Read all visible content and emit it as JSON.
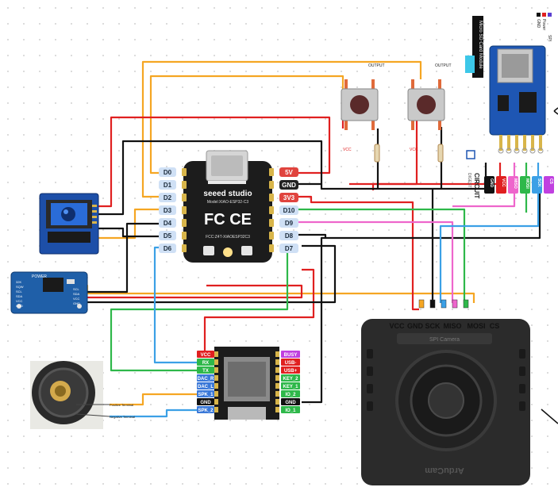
{
  "xiao": {
    "brand": "seeed studio",
    "model": "Model:XIAO-ESP32-C3",
    "fcc": "FCC:Z4T-XIAOESP32C3",
    "marks": "FC CE",
    "left_pins": [
      "D0",
      "D1",
      "D2",
      "D3",
      "D4",
      "D5",
      "D6"
    ],
    "right_pins": [
      "5V",
      "GND",
      "3V3",
      "D10",
      "D9",
      "D8",
      "D7"
    ]
  },
  "buttons": [
    {
      "label": "OUTPUT",
      "pin": "VCC"
    },
    {
      "label": "OUTPUT",
      "pin": "VCC"
    }
  ],
  "sd_module": {
    "title": "Micro SD Card Module",
    "pins": [
      "GND",
      "VCC",
      "MISO",
      "MOSI",
      "SCK",
      "CS"
    ],
    "legend": [
      "GND",
      "Power",
      "SPI"
    ],
    "logo_main": "CIRCUIT",
    "logo_sub": "DIGEST"
  },
  "rtc": {
    "pins": [
      "32K",
      "SQW",
      "SCL",
      "SDA",
      "VCC",
      "GND"
    ],
    "pins_right": [
      "SCL",
      "SDA",
      "VCC",
      "GND"
    ],
    "label": "POWER"
  },
  "mp3": {
    "left_pins": [
      "VCC",
      "RX",
      "TX",
      "DAC_R",
      "DAC_L",
      "SPK_1",
      "GND",
      "SPK_2"
    ],
    "right_pins": [
      "BUSY",
      "USB-",
      "USB+",
      "KEY_2",
      "KEY_1",
      "IO_2",
      "GND",
      "IO_1"
    ]
  },
  "speaker": {
    "positive": "Positive Terminal",
    "negative": "Negative Terminal"
  },
  "camera": {
    "pins": [
      "VCC",
      "GND",
      "SCK",
      "MISO",
      "MOSI",
      "CS"
    ],
    "header": "SPI Camera",
    "brand": "ArduCam"
  },
  "colors": {
    "wire_orange": "#f5a623",
    "wire_red": "#e02020",
    "wire_black": "#111111",
    "wire_green": "#2eb84a",
    "wire_pink": "#ee66cc",
    "wire_blue": "#3ba0e6",
    "board": "#1c1c1c",
    "pin_blue": "#cfe0f5",
    "pin_red": "#e0443e"
  }
}
